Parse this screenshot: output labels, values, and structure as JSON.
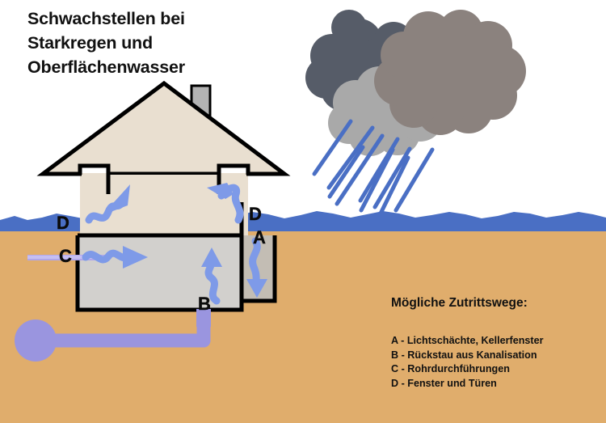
{
  "title": "Schwachstellen bei\nStarkregen und\nOberflächenwasser",
  "labels": {
    "d_left": "D",
    "d_right": "D",
    "a": "A",
    "c": "C",
    "b": "B"
  },
  "legend": {
    "heading": "Mögliche Zutrittswege:",
    "items": [
      "A - Lichtschächte, Kellerfenster",
      "B - Rückstau aus Kanalisation",
      "C - Rohrdurchführungen",
      "D - Fenster und Türen"
    ]
  },
  "colors": {
    "background": "#ffffff",
    "water": "#4a6fc4",
    "ground": "#e0ad6c",
    "house_wall": "#e9dfd0",
    "basement_fill": "#d2d0cd",
    "lightshaft_fill": "#c3bdb4",
    "chimney": "#b3b3b3",
    "outline": "#000000",
    "arrow": "#7e9ae8",
    "pipe": "#9a95df",
    "rain": "#4a6fc4",
    "cloud_dark": "#565c68",
    "cloud_main": "#8b827e",
    "cloud_light": "#a9a9a9",
    "text": "#111111"
  },
  "scene": {
    "cloud_count": 3,
    "rain_streak_count": 9,
    "arrow_count": 5,
    "manhole_label": "sewer-manhole"
  }
}
